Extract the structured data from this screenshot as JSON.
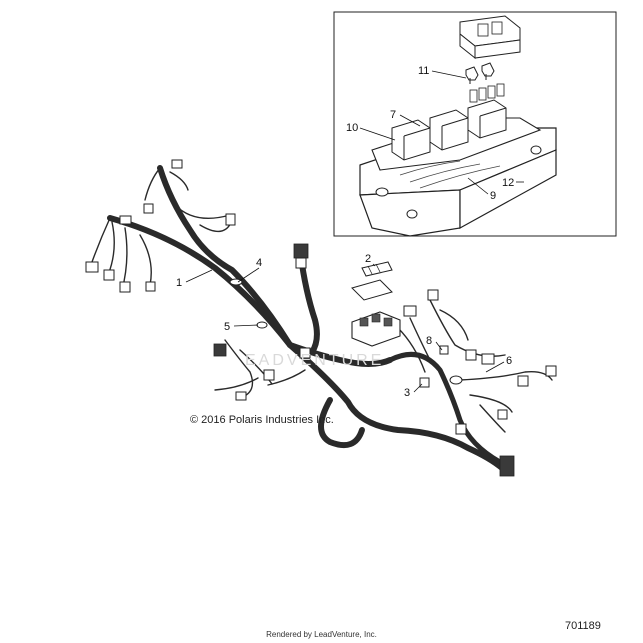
{
  "diagram": {
    "callouts": {
      "c1": "1",
      "c2": "2",
      "c3": "3",
      "c4": "4",
      "c5": "5",
      "c6": "6",
      "c7": "7",
      "c8": "8",
      "c9": "9",
      "c10": "10",
      "c11": "11",
      "c12": "12"
    },
    "copyright": "© 2016 Polaris Industries Inc.",
    "watermark": "EADVENTURE",
    "part_number": "701189",
    "footer": "Rendered by LeadVenture, Inc."
  }
}
